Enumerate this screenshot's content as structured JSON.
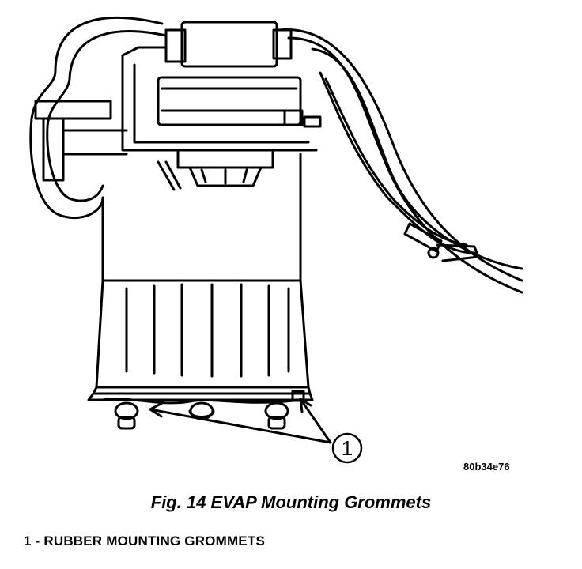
{
  "figure": {
    "code": "80b34e76",
    "caption": "Fig. 14 EVAP Mounting Grommets"
  },
  "callouts": [
    {
      "number": "1"
    }
  ],
  "legend": {
    "items": [
      {
        "text": "1 - RUBBER MOUNTING GROMMETS"
      }
    ]
  }
}
